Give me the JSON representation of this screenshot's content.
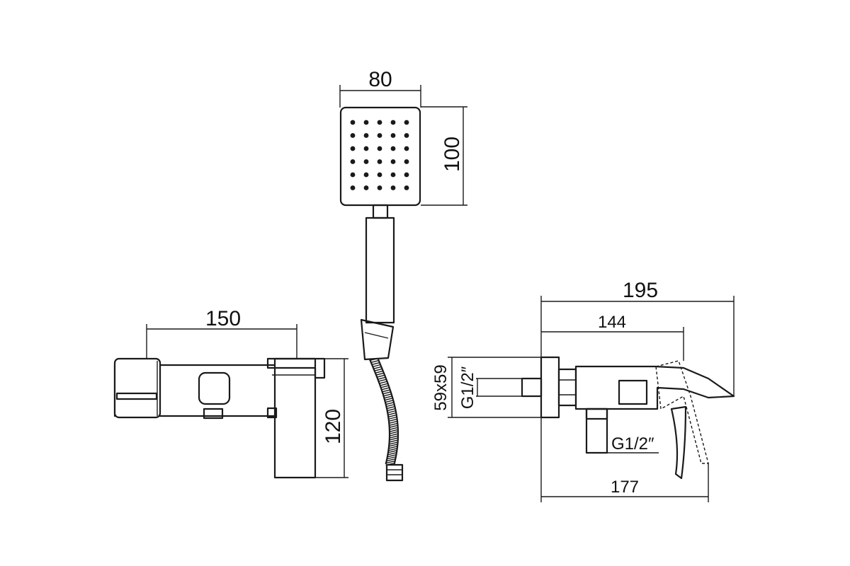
{
  "dimensions": {
    "handshower_width": "80",
    "handshower_height": "100",
    "mixer_width": "150",
    "mixer_height": "120",
    "side_total_length": "195",
    "side_spout_length": "144",
    "side_lever_length": "177",
    "wall_plate": "59x59",
    "inlet_thread": "G1/2″",
    "outlet_thread": "G1/2″"
  }
}
